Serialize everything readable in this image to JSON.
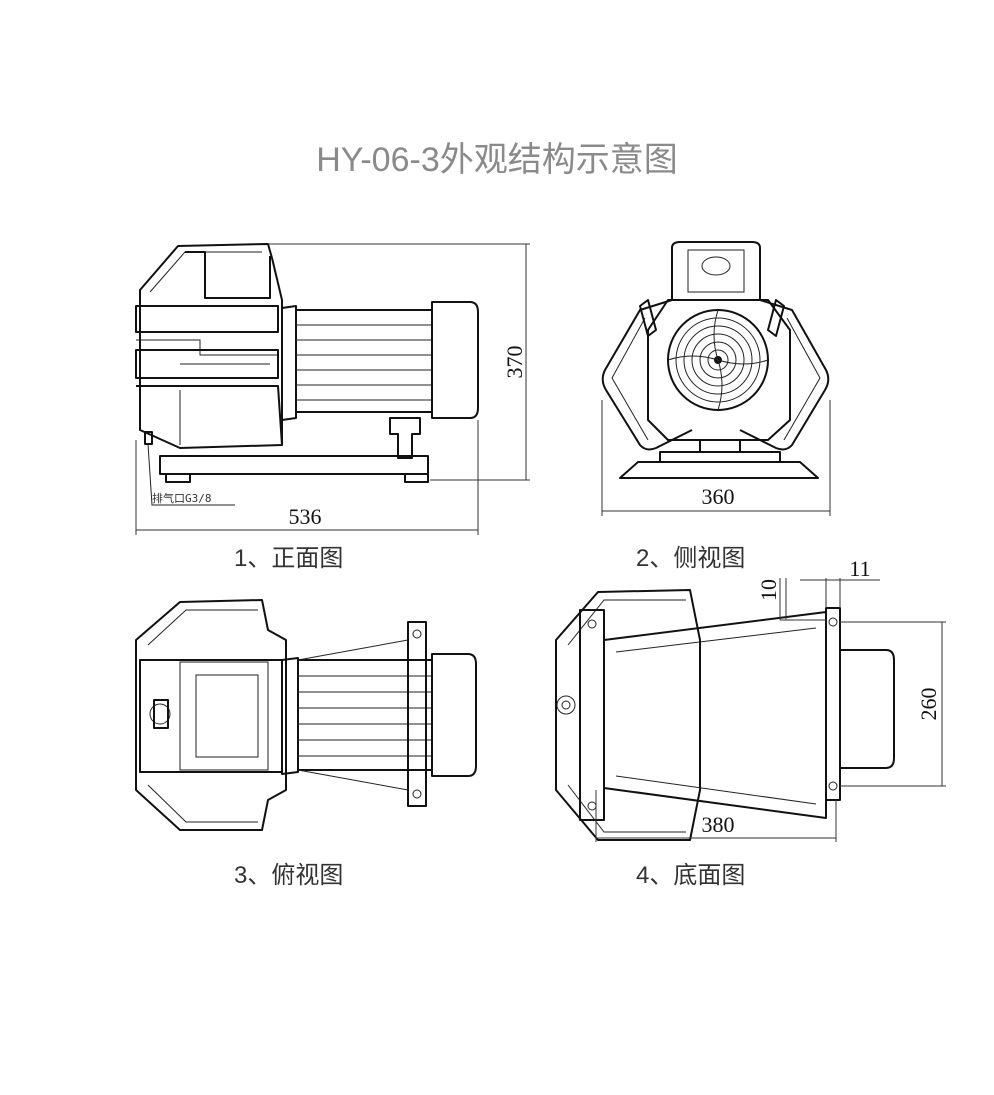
{
  "title": "HY-06-3外观结构示意图",
  "views": {
    "front": {
      "caption": "1、正面图",
      "width_dim": "536",
      "height_dim": "370",
      "exhaust_note": "排气口G3/8"
    },
    "side": {
      "caption": "2、侧视图",
      "width_dim": "360"
    },
    "top": {
      "caption": "3、俯视图"
    },
    "bottom": {
      "caption": "4、底面图",
      "width_dim": "380",
      "height_dim": "260",
      "dim_a": "10",
      "dim_b": "11"
    }
  }
}
